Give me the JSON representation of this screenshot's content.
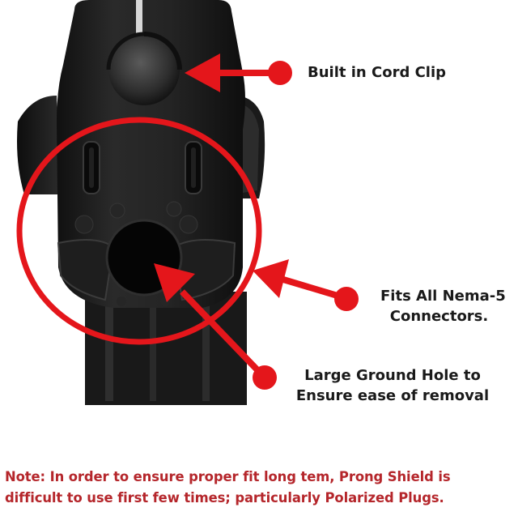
{
  "callouts": {
    "cord_clip": "Built in Cord Clip",
    "nema_line1": "Fits All Nema-5",
    "nema_line2": "Connectors.",
    "ground_line1": "Large Ground Hole to",
    "ground_line2": "Ensure ease of removal"
  },
  "note": {
    "line1": "Note:  In order to ensure proper fit long tem, Prong Shield is",
    "line2": "difficult to use first few times; particularly Polarized Plugs."
  },
  "colors": {
    "accent_red": "#e4161b",
    "note_red": "#b5262b",
    "device_black": "#1b1b1b"
  }
}
